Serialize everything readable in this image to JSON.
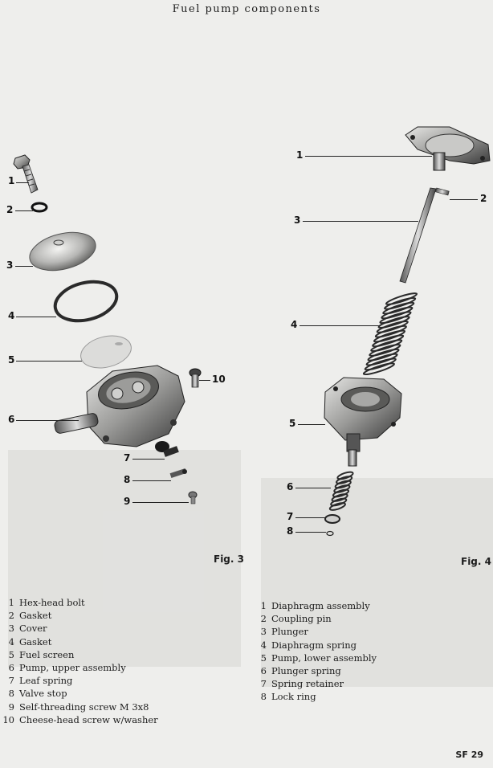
{
  "header": {
    "title": "Fuel pump components"
  },
  "fig3": {
    "caption": "Fig. 3",
    "callouts": [
      "1",
      "2",
      "3",
      "4",
      "5",
      "6",
      "7",
      "8",
      "9",
      "10"
    ]
  },
  "fig4": {
    "caption": "Fig. 4",
    "callouts": [
      "1",
      "2",
      "3",
      "4",
      "5",
      "6",
      "7",
      "8"
    ]
  },
  "legend3": [
    {
      "num": "1",
      "label": "Hex-head bolt"
    },
    {
      "num": "2",
      "label": "Gasket"
    },
    {
      "num": "3",
      "label": "Cover"
    },
    {
      "num": "4",
      "label": "Gasket"
    },
    {
      "num": "5",
      "label": "Fuel screen"
    },
    {
      "num": "6",
      "label": "Pump, upper assembly"
    },
    {
      "num": "7",
      "label": "Leaf spring"
    },
    {
      "num": "8",
      "label": "Valve stop"
    },
    {
      "num": "9",
      "label": "Self-threading screw M 3x8"
    },
    {
      "num": "10",
      "label": "Cheese-head screw w/washer"
    }
  ],
  "legend4": [
    {
      "num": "1",
      "label": "Diaphragm assembly"
    },
    {
      "num": "2",
      "label": "Coupling pin"
    },
    {
      "num": "3",
      "label": "Plunger"
    },
    {
      "num": "4",
      "label": "Diaphragm spring"
    },
    {
      "num": "5",
      "label": "Pump, lower assembly"
    },
    {
      "num": "6",
      "label": "Plunger spring"
    },
    {
      "num": "7",
      "label": "Spring retainer"
    },
    {
      "num": "8",
      "label": "Lock ring"
    }
  ],
  "footer": {
    "page": "SF 29"
  }
}
